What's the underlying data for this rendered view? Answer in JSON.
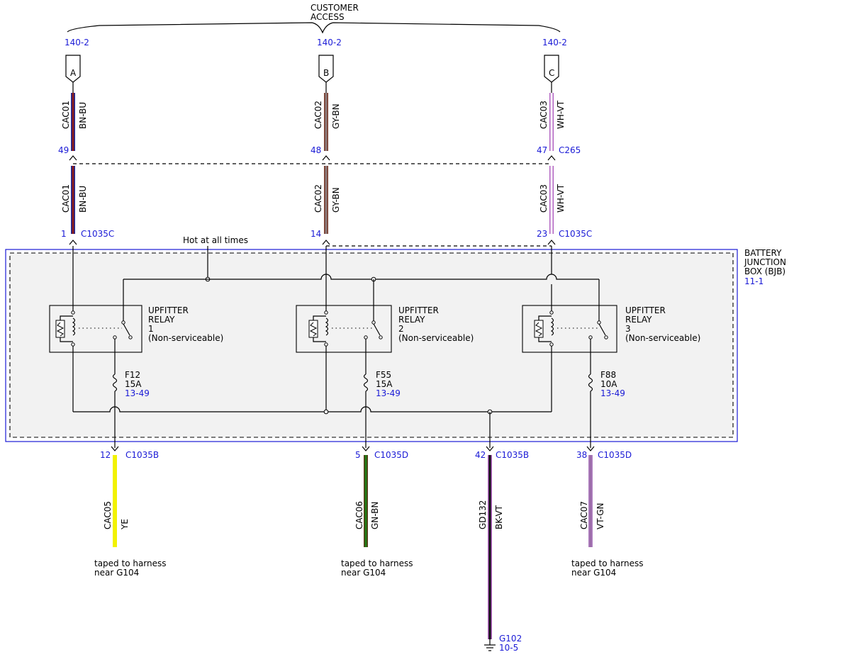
{
  "header": {
    "title_line1": "CUSTOMER",
    "title_line2": "ACCESS"
  },
  "connectors_top": [
    {
      "ref": "140-2",
      "letter": "A",
      "circuit": "CAC01",
      "color_code": "BN-BU",
      "pin": "49",
      "colors": [
        "#8b1a1a",
        "#1a2d9e"
      ]
    },
    {
      "ref": "140-2",
      "letter": "B",
      "circuit": "CAC02",
      "color_code": "GY-BN",
      "pin": "48",
      "colors": [
        "#8c7a7a",
        "#7a3b2a"
      ]
    },
    {
      "ref": "140-2",
      "letter": "C",
      "circuit": "CAC03",
      "color_code": "WH-VT",
      "pin": "47",
      "colors": [
        "#ffffff",
        "#b060c0"
      ]
    }
  ],
  "c265_label": "C265",
  "mid_wires": [
    {
      "circuit": "CAC01",
      "color_code": "BN-BU",
      "pin": "1"
    },
    {
      "circuit": "CAC02",
      "color_code": "GY-BN",
      "pin": "14"
    },
    {
      "circuit": "CAC03",
      "color_code": "WH-VT",
      "pin": "23"
    }
  ],
  "c1035c_label": "C1035C",
  "hot_label": "Hot at all times",
  "bjb": {
    "line1": "BATTERY",
    "line2": "JUNCTION",
    "line3": "BOX (BJB)",
    "ref": "11-1"
  },
  "relays": [
    {
      "line1": "UPFITTER",
      "line2": "RELAY",
      "number": "1",
      "note": "(Non-serviceable)"
    },
    {
      "line1": "UPFITTER",
      "line2": "RELAY",
      "number": "2",
      "note": "(Non-serviceable)"
    },
    {
      "line1": "UPFITTER",
      "line2": "RELAY",
      "number": "3",
      "note": "(Non-serviceable)"
    }
  ],
  "fuses": [
    {
      "name": "F12",
      "rating": "15A",
      "ref": "13-49"
    },
    {
      "name": "F55",
      "rating": "15A",
      "ref": "13-49"
    },
    {
      "name": "F88",
      "rating": "10A",
      "ref": "13-49"
    }
  ],
  "bottom_wires": [
    {
      "pin": "12",
      "connector": "C1035B",
      "circuit": "CAC05",
      "color_code": "YE",
      "colors": [
        "#f2f200",
        "#f2f200"
      ],
      "note1": "taped to harness",
      "note2": "near G104"
    },
    {
      "pin": "5",
      "connector": "C1035D",
      "circuit": "CAC06",
      "color_code": "GN-BN",
      "colors": [
        "#1e7a14",
        "#5a3a1a"
      ],
      "note1": "taped to harness",
      "note2": "near G104"
    },
    {
      "pin": "42",
      "connector": "C1035B",
      "circuit": "GD132",
      "color_code": "BK-VT",
      "colors": [
        "#111111",
        "#b060c0"
      ],
      "note1": "",
      "note2": ""
    },
    {
      "pin": "38",
      "connector": "C1035D",
      "circuit": "CAC07",
      "color_code": "VT-GN",
      "colors": [
        "#b080c0",
        "#2e8a2e"
      ],
      "note1": "taped to harness",
      "note2": "near G104"
    }
  ],
  "ground": {
    "name": "G102",
    "ref": "10-5"
  }
}
